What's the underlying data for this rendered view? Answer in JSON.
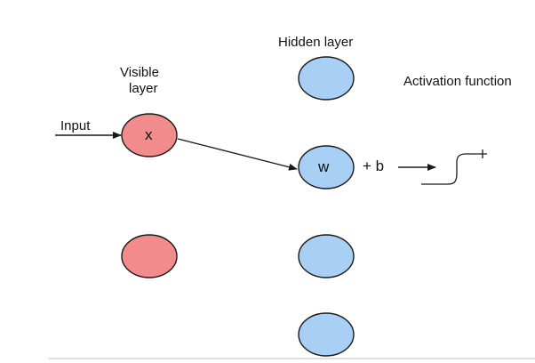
{
  "labels": {
    "hidden_layer": "Hidden layer",
    "visible_layer_line1": "Visible",
    "visible_layer_line2": "layer",
    "activation_function": "Activation function",
    "input": "Input",
    "node_x": "x",
    "node_w": "w",
    "plus_b": "+ b"
  },
  "colors": {
    "visible_node_fill": "#f28b8b",
    "hidden_node_fill": "#a8d0f5",
    "stroke": "#1a1a1a",
    "baseline": "#bdbdbd"
  }
}
